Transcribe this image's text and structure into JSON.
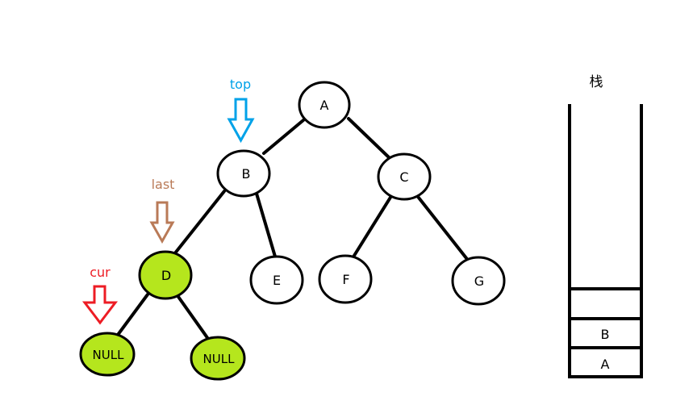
{
  "colors": {
    "node_fill": "#ffffff",
    "highlight_fill": "#b5e61d",
    "stroke": "#000000",
    "top_color": "#00a2e8",
    "last_color": "#b97a57",
    "cur_color": "#ed1c24"
  },
  "pointers": {
    "top": "top",
    "last": "last",
    "cur": "cur"
  },
  "nodes": {
    "A": "A",
    "B": "B",
    "C": "C",
    "D": "D",
    "E": "E",
    "F": "F",
    "G": "G",
    "null_left": "NULL",
    "null_right": "NULL"
  },
  "stack": {
    "title": "栈",
    "cells": [
      "",
      "B",
      "A"
    ]
  }
}
